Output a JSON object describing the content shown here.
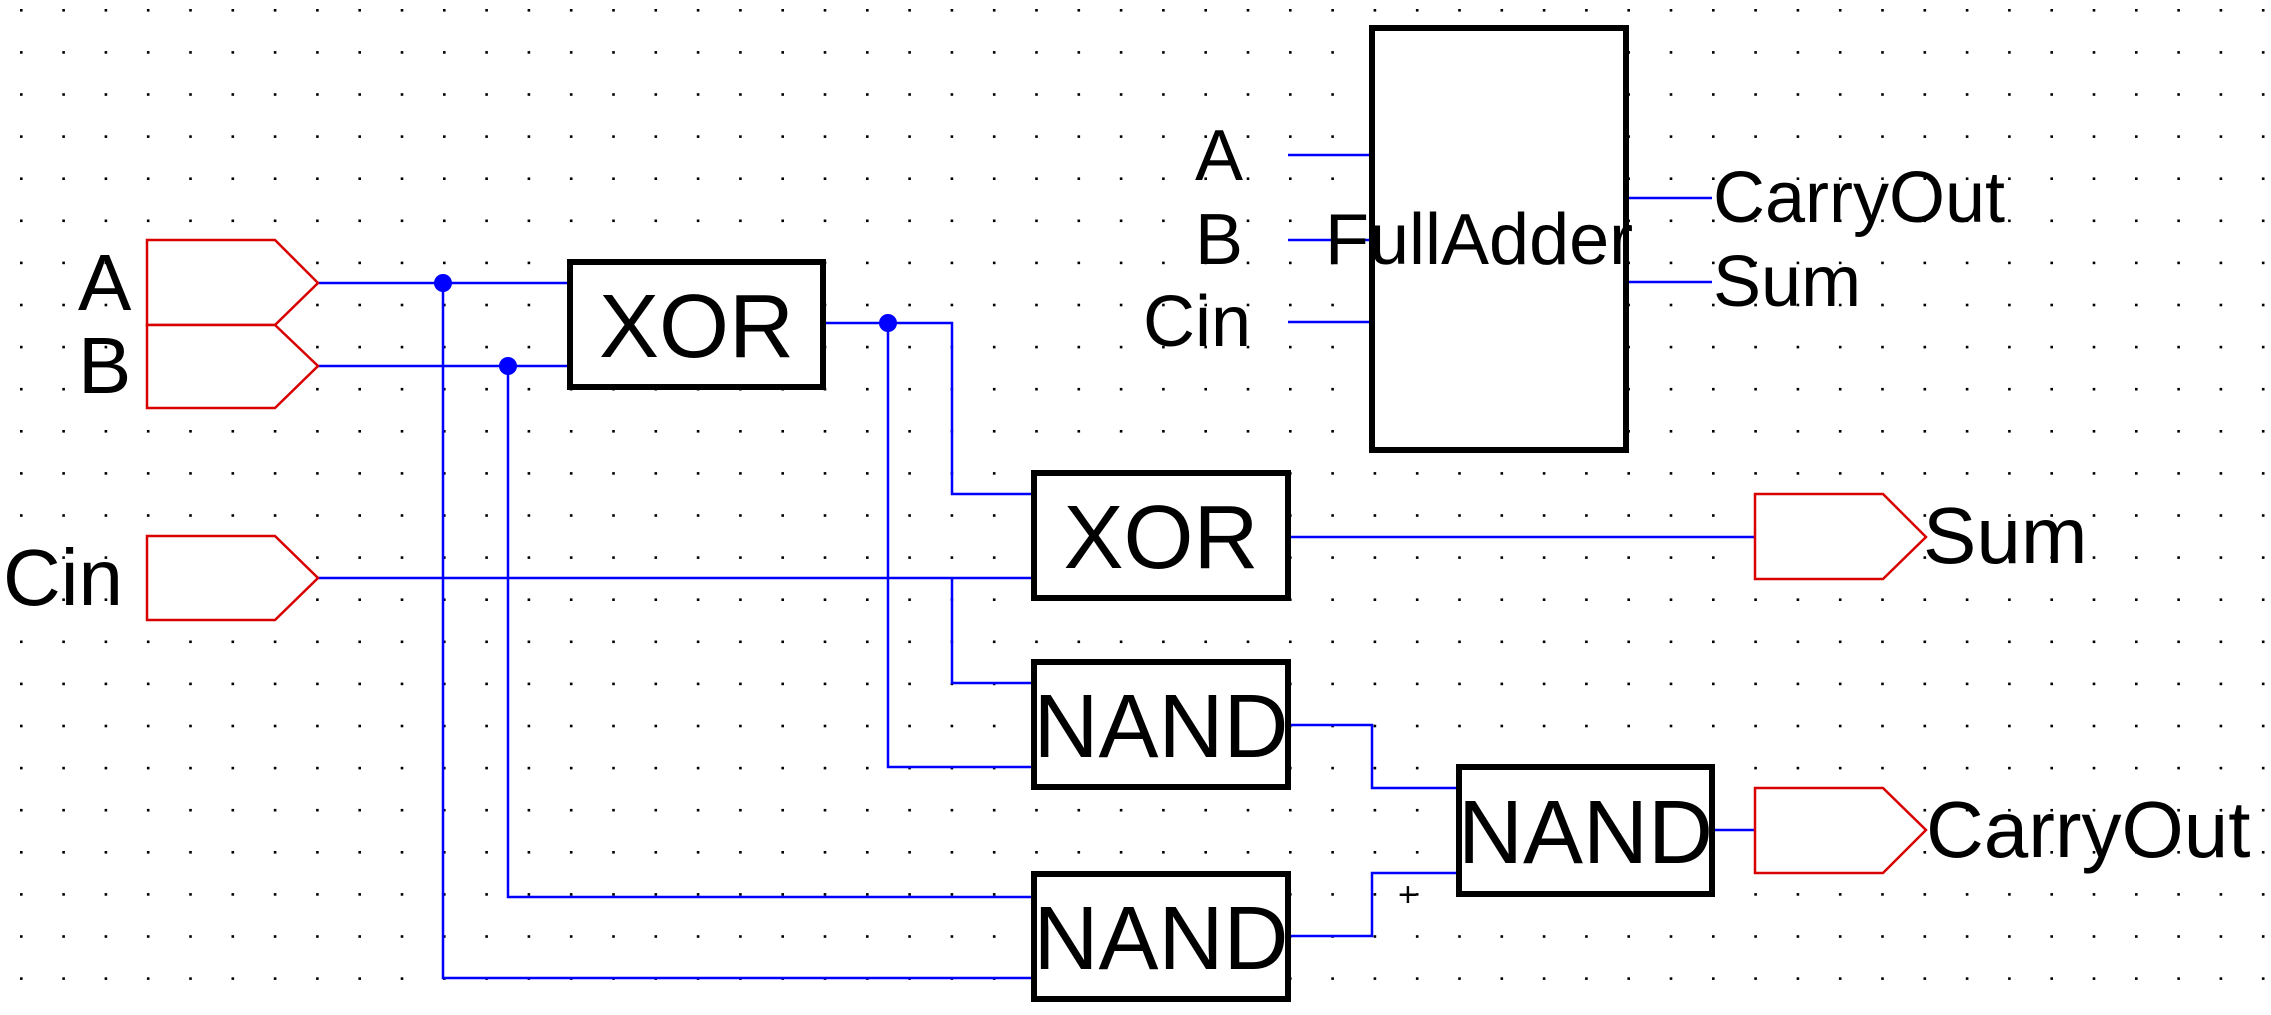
{
  "colors": {
    "wire": "#0000ff",
    "port": "#d80000",
    "gate_border": "#000000",
    "grid_dot": "#000000",
    "background": "#ffffff"
  },
  "inputs": {
    "a": "A",
    "b": "B",
    "cin": "Cin"
  },
  "outputs": {
    "sum": "Sum",
    "carry_out": "CarryOut"
  },
  "gates": {
    "xor1": "XOR",
    "xor2": "XOR",
    "nand1": "NAND",
    "nand2": "NAND",
    "nand3": "NAND"
  },
  "symbol": {
    "title": "FullAdder",
    "pin_a": "A",
    "pin_b": "B",
    "pin_cin": "Cin",
    "pin_carry_out": "CarryOut",
    "pin_sum": "Sum"
  },
  "cursor_mark": "+"
}
